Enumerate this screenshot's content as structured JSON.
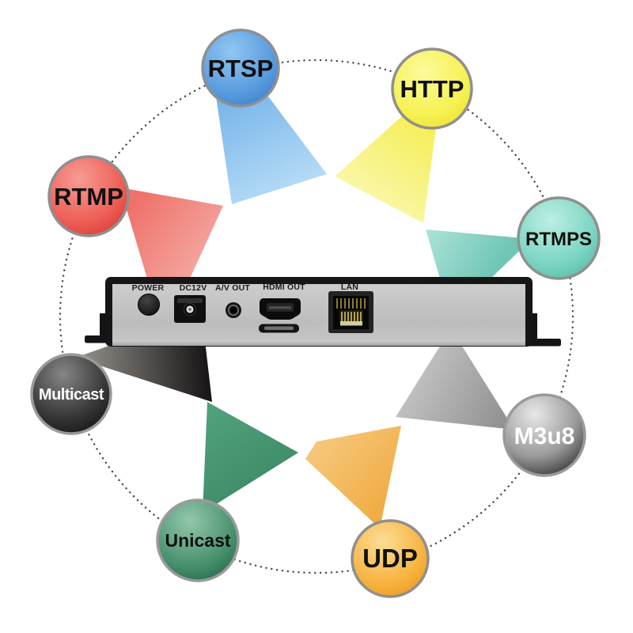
{
  "protocols": [
    {
      "label": "RTSP",
      "color": "#4a90d9",
      "text_color": "#101010"
    },
    {
      "label": "HTTP",
      "color": "#f2ea2e",
      "text_color": "#101010"
    },
    {
      "label": "RTMP",
      "color": "#e2443c",
      "text_color": "#101010"
    },
    {
      "label": "RTMPS",
      "color": "#63c6ae",
      "text_color": "#101010"
    },
    {
      "label": "Multicast",
      "color": "#1c1c1c",
      "text_color": "#ffffff"
    },
    {
      "label": "M3u8",
      "color": "#8c8c8c",
      "text_color": "#ffffff"
    },
    {
      "label": "Unicast",
      "color": "#2f7d58",
      "text_color": "#101010"
    },
    {
      "label": "UDP",
      "color": "#f3ab2e",
      "text_color": "#101010"
    }
  ],
  "device": {
    "ports": [
      {
        "label": "POWER"
      },
      {
        "label": "DC12V"
      },
      {
        "label": "A/V OUT"
      },
      {
        "label": "HDMI OUT"
      },
      {
        "label": "LAN"
      }
    ],
    "body_color": "#e9e9e9",
    "frame_color": "#161616"
  }
}
